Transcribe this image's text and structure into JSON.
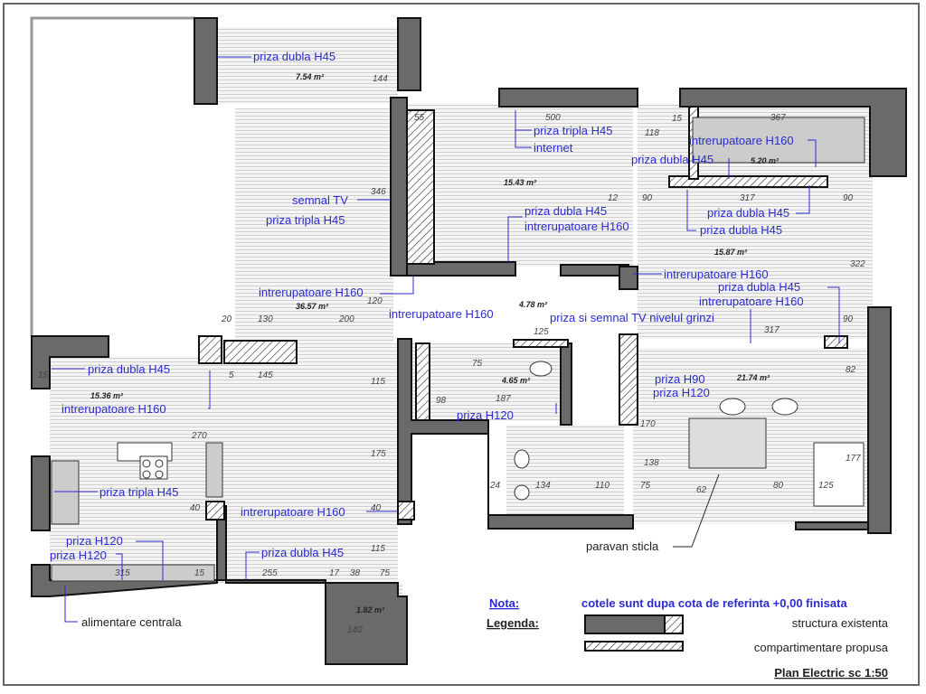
{
  "rooms": [
    {
      "area": "7.54 m²"
    },
    {
      "area": "36.57 m²"
    },
    {
      "area": "15.43 m²"
    },
    {
      "area": "5.20 m²"
    },
    {
      "area": "15.87 m²"
    },
    {
      "area": "4.78 m²"
    },
    {
      "area": "4.65 m²"
    },
    {
      "area": "21.74 m²"
    },
    {
      "area": "15.36 m²"
    },
    {
      "area": "1.82 m²"
    }
  ],
  "annotations": [
    "priza dubla H45",
    "priza tripla H45",
    "internet",
    "intrerupatoare H160",
    "priza dubla H45",
    "semnal TV",
    "priza tripla H45",
    "priza dubla H45",
    "intrerupatoare H160",
    "priza dubla H45",
    "priza dubla H45",
    "intrerupatoare H160",
    "priza dubla H45",
    "intrerupatoare H160",
    "intrerupatoare H160",
    "intrerupatoare H160",
    "priza si semnal TV nivelul grinzi",
    "priza dubla H45",
    "intrerupatoare H160",
    "priza H90",
    "priza H120",
    "priza H120",
    "priza tripla H45",
    "intrerupatoare H160",
    "priza H120",
    "priza H120",
    "priza dubla H45"
  ],
  "black_labels": {
    "glass_partition": "paravan sticla",
    "central_supply": "alimentare centrala"
  },
  "dimensions": [
    "144",
    "500",
    "367",
    "55",
    "118",
    "15",
    "346",
    "12",
    "317",
    "90",
    "90",
    "322",
    "120",
    "20",
    "130",
    "200",
    "125",
    "317",
    "90",
    "15",
    "5",
    "145",
    "75",
    "98",
    "187",
    "82",
    "115",
    "270",
    "175",
    "40",
    "40",
    "170",
    "138",
    "110",
    "75",
    "62",
    "80",
    "125",
    "177",
    "134",
    "24",
    "315",
    "15",
    "255",
    "17",
    "38",
    "75",
    "115",
    "140"
  ],
  "legend": {
    "note_label": "Nota:",
    "note_text": "cotele sunt dupa cota de referinta +0,00 finisata",
    "legend_label": "Legenda:",
    "existing_structure": "structura existenta",
    "proposed_partition": "compartimentare propusa",
    "plan_title": "Plan Electric sc 1:50"
  },
  "colors": {
    "annotation": "#2b2bd0",
    "wall": "#6a6a6a"
  }
}
